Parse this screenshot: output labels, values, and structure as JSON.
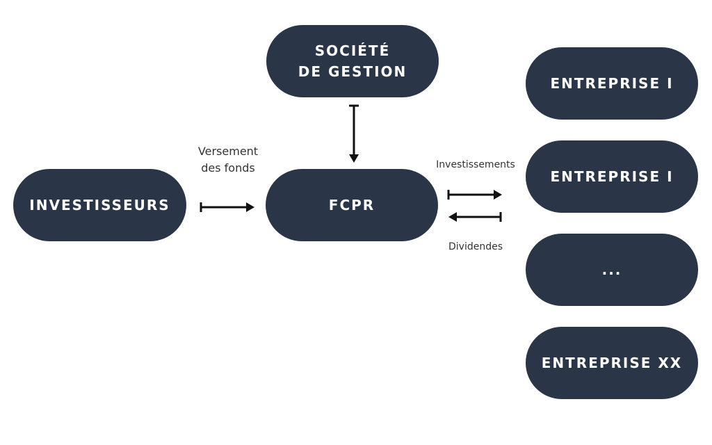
{
  "nodes": {
    "societe": "SOCIÉTÉ\nDE GESTION",
    "investisseurs": "INVESTISSEURS",
    "fcpr": "FCPR",
    "entreprises": [
      "ENTREPRISE I",
      "ENTREPRISE I",
      "...",
      "ENTREPRISE XX"
    ]
  },
  "edges": {
    "versement": "Versement\ndes fonds",
    "investissements": "Investissements",
    "dividendes": "Dividendes"
  },
  "colors": {
    "node_fill": "#2a3547",
    "node_text": "#ffffff",
    "arrow": "#111111",
    "label_text": "#333333"
  }
}
